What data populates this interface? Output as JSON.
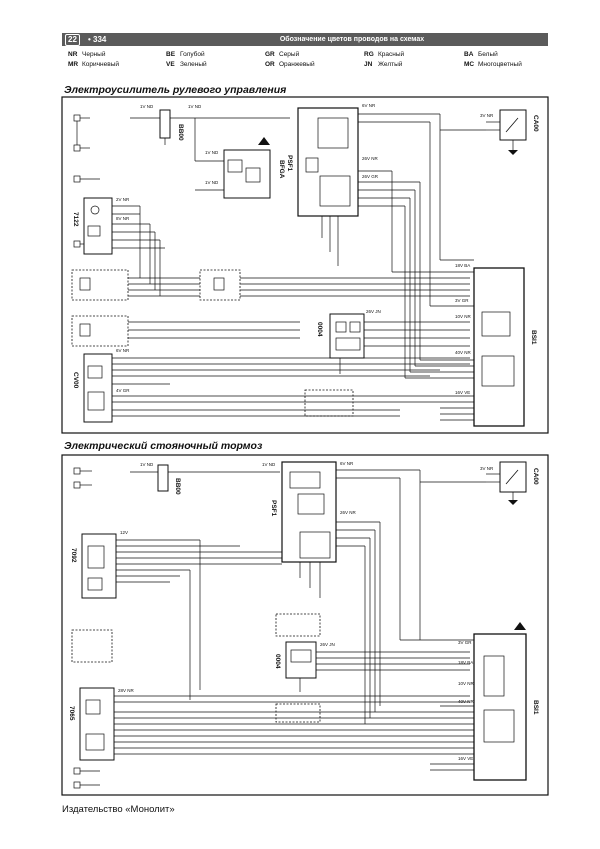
{
  "header": {
    "chapter": "22",
    "page": "• 334",
    "title": "Обозначение цветов проводов на схемах"
  },
  "legend": [
    {
      "code": "NR",
      "name": "Черный"
    },
    {
      "code": "MR",
      "name": "Коричневый"
    },
    {
      "code": "BE",
      "name": "Голубой"
    },
    {
      "code": "VE",
      "name": "Зеленый"
    },
    {
      "code": "GR",
      "name": "Серый"
    },
    {
      "code": "OR",
      "name": "Оранжевый"
    },
    {
      "code": "RG",
      "name": "Красный"
    },
    {
      "code": "JN",
      "name": "Желтый"
    },
    {
      "code": "BA",
      "name": "Белый"
    },
    {
      "code": "MC",
      "name": "Многоцветный"
    }
  ],
  "sections": {
    "s1": "Электроусилитель рулевого управления",
    "s2": "Электрический стояночный тормоз"
  },
  "d1": {
    "bb00": "BB00",
    "psf1": "PSF1",
    "bfga": "BFGA",
    "ca00": "CA00",
    "c7122": "7122",
    "c0004": "0004",
    "cv00": "CV00",
    "bsi1": "BSI1",
    "c1": "1V ND",
    "c2": "1V ND",
    "c3": "1V ND",
    "c4": "1V ND",
    "c5": "6V NR",
    "c6": "26V NR",
    "c7": "26V GR",
    "c8": "3V NR",
    "c9": "2V NR",
    "c10": "8V NR",
    "c11": "18V BA",
    "c12": "3V GR",
    "c13": "10V NR",
    "c14": "26V JN",
    "c15": "40V NR",
    "c16": "6V NR",
    "c17": "4V GR",
    "c18": "16V VE"
  },
  "d2": {
    "bb00": "BB00",
    "psf1": "PSF1",
    "ca00": "CA00",
    "c7092": "7092",
    "c0004": "0004",
    "c7065": "7065",
    "bsi1": "BSI1",
    "c1": "1V ND",
    "c2": "1V ND",
    "c3": "6V NR",
    "c4": "3V NR",
    "c5": "26V NR",
    "c6": "12V",
    "c7": "26V JN",
    "c8": "28V NR",
    "c9": "3V GR",
    "c10": "18V BA",
    "c11": "10V NR",
    "c12": "40V NR",
    "c13": "16V VE"
  },
  "footer": "Издательство «Монолит»"
}
